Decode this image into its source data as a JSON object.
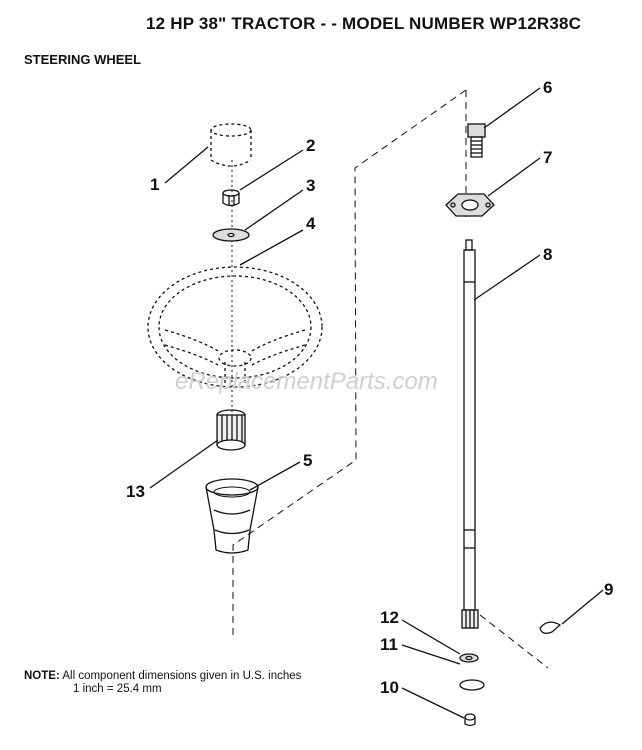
{
  "header": {
    "title": "12 HP 38\" TRACTOR - - MODEL NUMBER WP12R38C",
    "section": "STEERING WHEEL"
  },
  "watermark": "eReplacementParts.com",
  "note": {
    "label": "NOTE:",
    "line1": "All component dimensions given in U.S. inches",
    "line2": "1 inch = 25.4 mm"
  },
  "callouts": [
    "1",
    "2",
    "3",
    "4",
    "5",
    "6",
    "7",
    "8",
    "9",
    "10",
    "11",
    "12",
    "13"
  ]
}
